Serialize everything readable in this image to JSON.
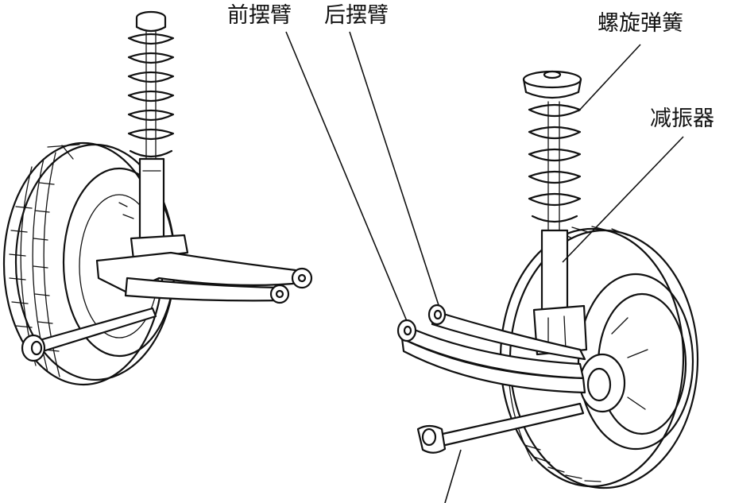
{
  "labels": {
    "front_arm": "前摆臂",
    "rear_arm": "后摆臂",
    "coil_spring": "螺旋弹簧",
    "shock_absorber": "减振器"
  }
}
